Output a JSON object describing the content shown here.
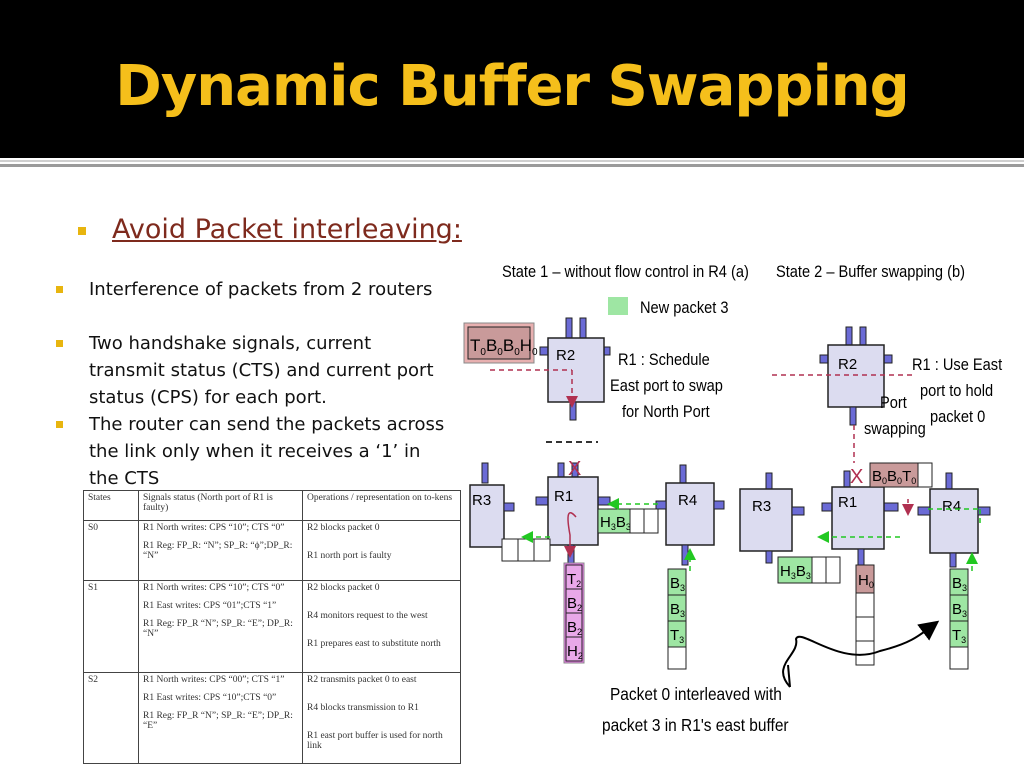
{
  "slide": {
    "title": "Dynamic Buffer Swapping",
    "heading": "Avoid Packet interleaving:",
    "bullets": [
      "Interference of packets from 2 routers",
      "Two handshake signals, current transmit status (CTS) and current port status (CPS) for each port.",
      "The router can send the packets across the link only when it receives a ‘1’ in the CTS"
    ],
    "colors": {
      "title": "#f5bf1b",
      "bullet": "#e8b50f",
      "link": "#7e2a1d"
    }
  },
  "table": {
    "headers": [
      "States",
      "Signals status (North port of R1 is faulty)",
      "Operations / representation on to-kens"
    ],
    "rows": [
      {
        "state": "S0",
        "signals": [
          "R1 North writes: CPS “10”; CTS “0”",
          "R1 Reg: FP_R: “N”; SP_R: “ϕ”;DP_R: “N”"
        ],
        "ops": [
          "R2 blocks packet 0",
          "R1 north port is faulty"
        ]
      },
      {
        "state": "S1",
        "signals": [
          "R1 North writes: CPS “10”; CTS “0”",
          "R1 East writes: CPS “01”;CTS “1”",
          "R1 Reg: FP_R “N”; SP_R: “E”; DP_R: “N”"
        ],
        "ops": [
          "R2 blocks packet 0",
          "R4 monitors request to the west",
          "R1 prepares east to substitute north"
        ]
      },
      {
        "state": "S2",
        "signals": [
          "R1 North writes: CPS “00”; CTS “1”",
          "R1 East writes: CPS “10”;CTS “0”",
          "R1 Reg: FP_R “N”; SP_R: “E”; DP_R: “E”"
        ],
        "ops": [
          "R2 transmits packet 0 to east",
          "R4 blocks transmission to R1",
          "R1 east port buffer is used for north link"
        ]
      }
    ]
  },
  "diagram": {
    "state1_title": "State 1 – without flow control in R4 (a)",
    "state2_title": "State 2 – Buffer swapping (b)",
    "legend": "New packet 3",
    "r1_schedule": [
      "R1 : Schedule",
      "East port to swap",
      "for North Port"
    ],
    "r1_use_east": [
      "R1 : Use East",
      "port to hold",
      "packet 0"
    ],
    "port_swapping": [
      "Port",
      "swapping"
    ],
    "interleaved": [
      "Packet 0 interleaved with",
      "packet 3 in R1's east buffer"
    ],
    "routers": {
      "r1": "R1",
      "r2": "R2",
      "r3": "R3",
      "r4": "R4"
    },
    "x_mark": "X",
    "tokens": {
      "t0": "T",
      "t0_sub": "0",
      "b0": "B",
      "b0_sub": "0",
      "h0": "H",
      "h0_sub": "0",
      "h3": "H",
      "h3_sub": "3",
      "b3": "B",
      "b3_sub": "3",
      "t3": "T",
      "t3_sub": "3",
      "t2": "T",
      "t2_sub": "2",
      "b2": "B",
      "b2_sub": "2",
      "h2": "H",
      "h2_sub": "2"
    },
    "colors": {
      "green": "#9ee6a3",
      "pink": "#f07ef0",
      "brown": "#c99a9a",
      "router": "#dcdcf0",
      "port": "#6b6bd6"
    }
  }
}
